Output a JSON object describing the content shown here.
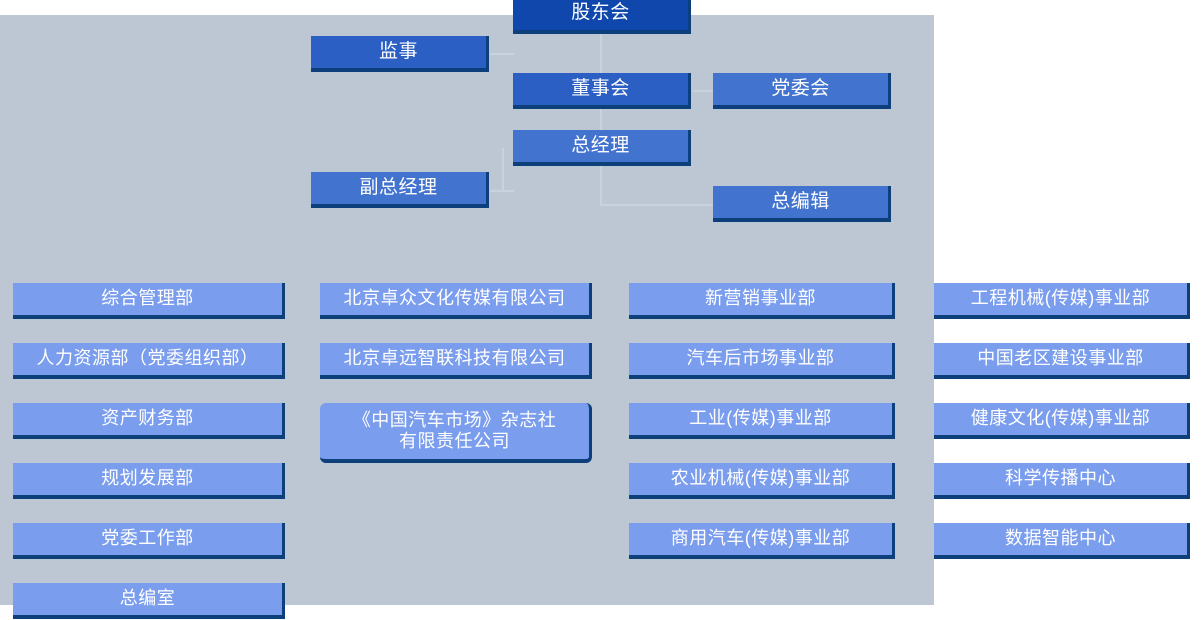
{
  "meta": {
    "title": "组织架构图",
    "panel_color": "#bcc7d3",
    "colors": {
      "level_top": "#0f47ad",
      "level_a": "#2b5fc4",
      "level_b": "#4273ce",
      "department": "#7a9ded",
      "shadow": "#0d3f7a",
      "text": "#ffffff"
    }
  },
  "governance": {
    "shareholders_meeting": "股东会",
    "supervisor": "监事",
    "board_of_directors": "董事会",
    "party_committee": "党委会",
    "general_manager": "总经理",
    "deputy_general_manager": "副总经理",
    "editor_in_chief": "总编辑"
  },
  "columns": [
    {
      "name": "functional-departments",
      "items": [
        "综合管理部",
        "人力资源部（党委组织部）",
        "资产财务部",
        "规划发展部",
        "党委工作部",
        "总编室"
      ]
    },
    {
      "name": "subsidiaries",
      "items": [
        "北京卓众文化传媒有限公司",
        "北京卓远智联科技有限公司",
        "《中国汽车市场》杂志社\n有限责任公司"
      ]
    },
    {
      "name": "business-units-1",
      "items": [
        "新营销事业部",
        "汽车后市场事业部",
        "工业(传媒)事业部",
        "农业机械(传媒)事业部",
        "商用汽车(传媒)事业部"
      ]
    },
    {
      "name": "business-units-2",
      "items": [
        "工程机械(传媒)事业部",
        "中国老区建设事业部",
        "健康文化(传媒)事业部",
        "科学传播中心",
        "数据智能中心"
      ]
    }
  ]
}
